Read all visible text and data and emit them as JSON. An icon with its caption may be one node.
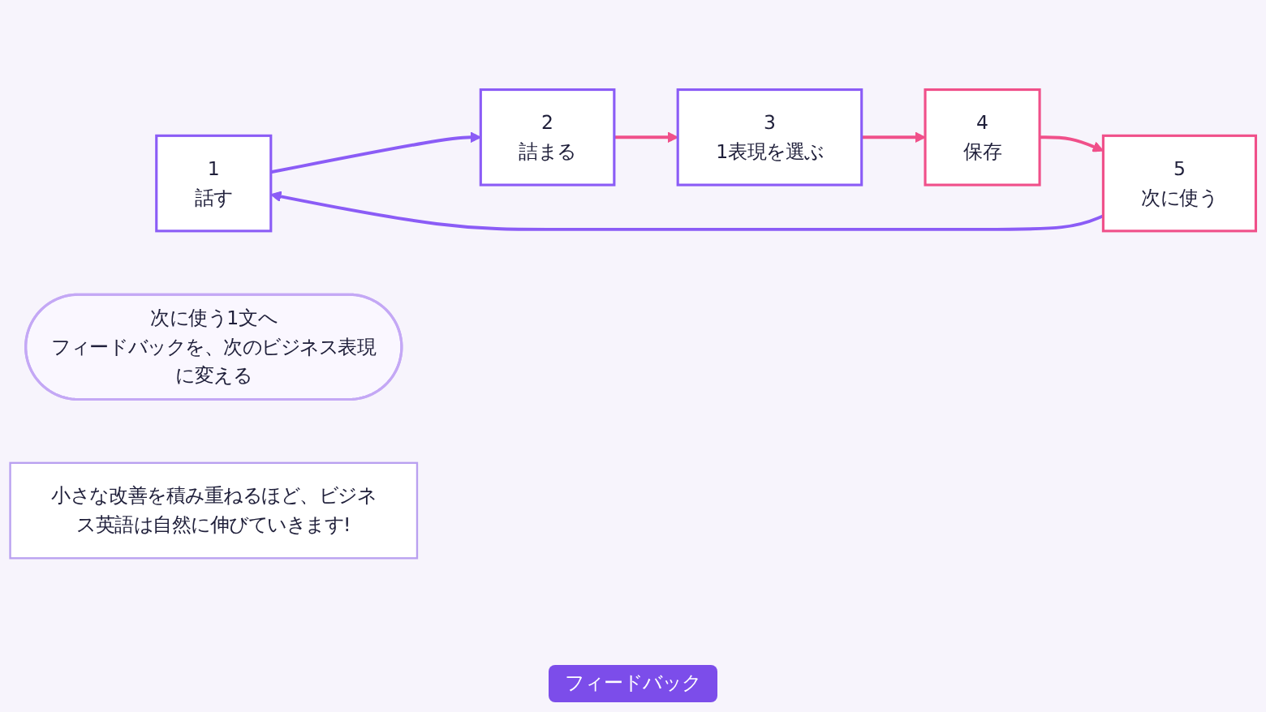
{
  "diagram": {
    "nodes": [
      {
        "text": [
          "1",
          "話す"
        ]
      },
      {
        "text": [
          "2",
          "詰まる"
        ]
      },
      {
        "text": [
          "3",
          "1表現を選ぶ"
        ]
      },
      {
        "text": [
          "4",
          "保存"
        ]
      },
      {
        "text": [
          "5",
          "次に使う"
        ]
      },
      {
        "text": [
          "次に使う1文へ",
          "フィードバックを、次のビジネス表現に変える"
        ]
      },
      {
        "text": [
          "小さな改善を積み重ねるほど、ビジネス英語は自然に伸びていきます!"
        ]
      }
    ],
    "edges": [
      {
        "from": 0,
        "to": 1,
        "arrow": "to",
        "color": "#8b5cf6"
      },
      {
        "from": 1,
        "to": 2,
        "arrow": "to"
      },
      {
        "from": 2,
        "to": 3,
        "arrow": "to"
      },
      {
        "from": 3,
        "to": 4,
        "arrow": "to"
      },
      {
        "from": 4,
        "to": 0,
        "arrow": "to",
        "color": "#8b5cf6"
      }
    ],
    "labels": [
      "フィードバック"
    ]
  }
}
